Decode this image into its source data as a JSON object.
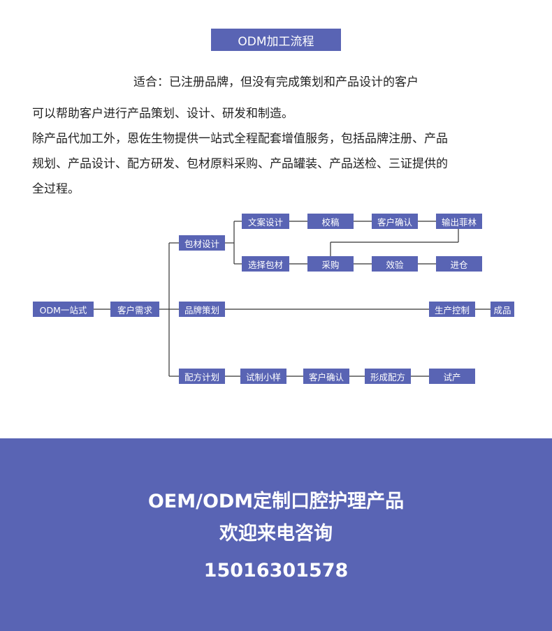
{
  "header": {
    "title": "ODM加工流程",
    "subtitle": "适合：已注册品牌，但没有完成策划和产品设计的客户"
  },
  "intro": {
    "lines": [
      "可以帮助客户进行产品策划、设计、研发和制造。",
      "除产品代加工外，恩佐生物提供一站式全程配套增值服务，包括品牌注册、产品",
      "规划、产品设计、配方研发、包材原料采购、产品罐装、产品送检、三证提供的",
      "全过程。"
    ]
  },
  "flow": {
    "root": "ODM一站式",
    "demand": "客户需求",
    "branches": {
      "packaging": {
        "label": "包材设计",
        "row1": [
          "文案设计",
          "校稿",
          "客户确认",
          "输出菲林"
        ],
        "row2": [
          "选择包材",
          "采购",
          "效验",
          "进仓"
        ]
      },
      "brand": {
        "label": "品牌策划",
        "steps": [
          "生产控制",
          "成品"
        ]
      },
      "formula": {
        "label": "配方计划",
        "steps": [
          "试制小样",
          "客户确认",
          "形成配方",
          "试产"
        ]
      }
    }
  },
  "footer": {
    "line1": "OEM/ODM定制口腔护理产品",
    "line2": "欢迎来电咨询",
    "phone": "15016301578"
  },
  "colors": {
    "accent": "#5964b4",
    "text": "#222222",
    "line": "#333333"
  }
}
